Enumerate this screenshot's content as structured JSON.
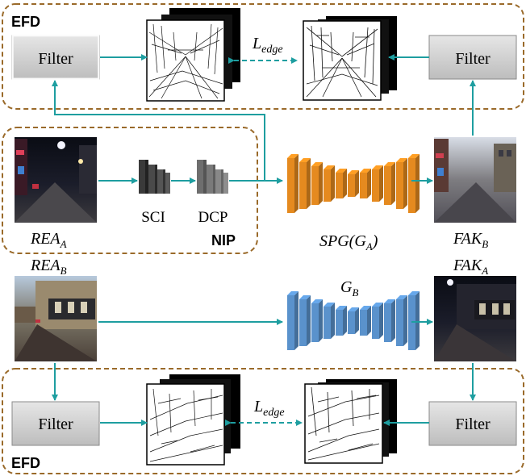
{
  "efd_top": {
    "label": "EFD",
    "filter_left": "Filter",
    "filter_right": "Filter",
    "loss": "L",
    "loss_sub": "edge"
  },
  "efd_bottom": {
    "label": "EFD",
    "filter_left": "Filter",
    "filter_right": "Filter",
    "loss": "L",
    "loss_sub": "edge"
  },
  "nip": {
    "label": "NIP",
    "sci": "SCI",
    "dcp": "DCP"
  },
  "generators": {
    "spg": {
      "main": "SPG(G",
      "sub": "A",
      "close": ")"
    },
    "gb": {
      "main": "G",
      "sub": "B"
    }
  },
  "images": {
    "rea_a": {
      "main": "REA",
      "sub": "A"
    },
    "rea_b": {
      "main": "REA",
      "sub": "B"
    },
    "fak_b": {
      "main": "FAK",
      "sub": "B"
    },
    "fak_a": {
      "main": "FAK",
      "sub": "A"
    }
  },
  "colors": {
    "efd_border": "#9a6a2a",
    "arrow": "#1e9ea0",
    "spg": "#e58a1f",
    "gb": "#5a92cc",
    "sci": "#4a4a4a",
    "dcp": "#777777"
  }
}
